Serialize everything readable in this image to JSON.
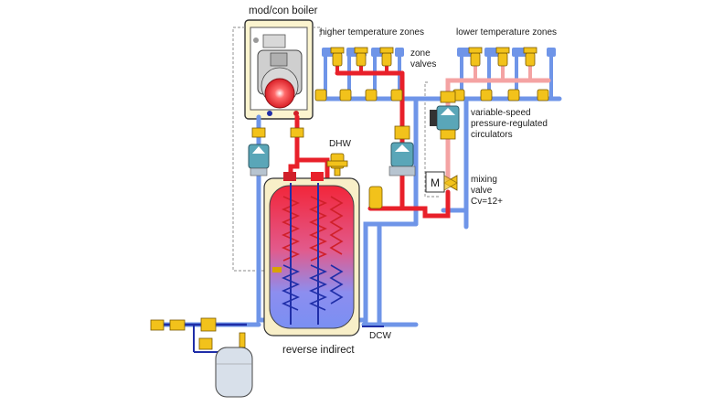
{
  "labels": {
    "boiler": "mod/con boiler",
    "high_zones": "higher temperature zones",
    "low_zones": "lower temperature zones",
    "zone_valves_1": "zone",
    "zone_valves_2": "valves",
    "circ_1": "variable-speed",
    "circ_2": "pressure-regulated",
    "circ_3": "circulators",
    "mix_1": "mixing",
    "mix_2": "valve",
    "mix_3": "Cv=12+",
    "dhw": "DHW",
    "dcw": "DCW",
    "tank": "reverse indirect",
    "mix_actuator": "M"
  },
  "colors": {
    "hot_pipe": "#e8202a",
    "cool_pipe": "#f4a3a3",
    "return_pipe": "#6f95e8",
    "coil_red": "#d0202a",
    "coil_blue": "#1f2ea8",
    "valve_yellow": "#f2c21b",
    "circulator_teal": "#5aa6b8",
    "tank_shell": "#f8efc8"
  }
}
